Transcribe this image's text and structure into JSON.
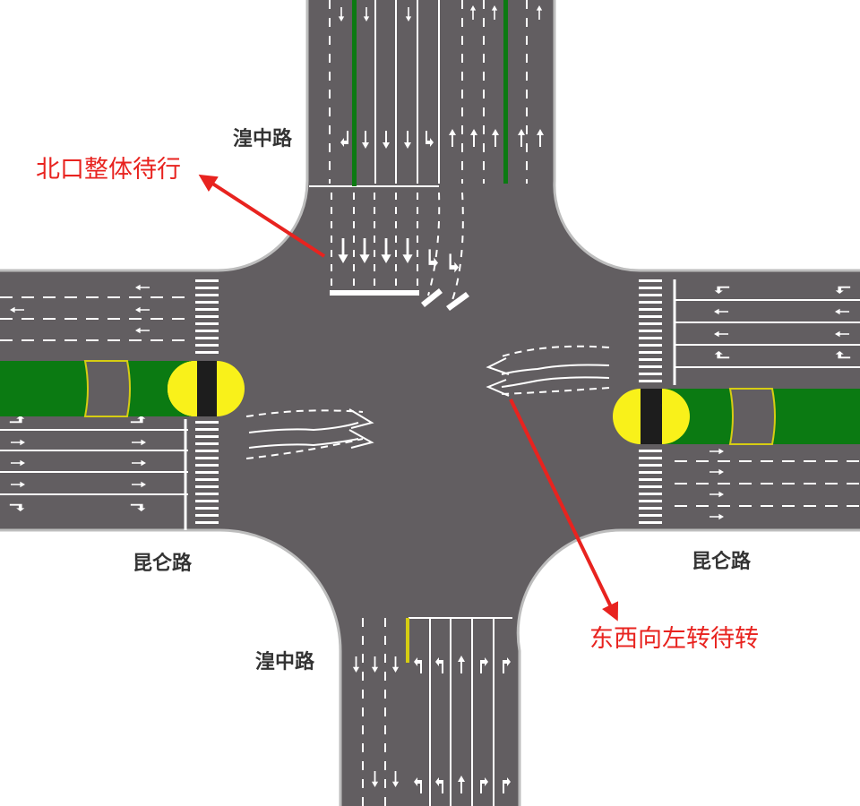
{
  "labels": {
    "north_road": "湟中路",
    "south_road": "湟中路",
    "west_road": "昆仑路",
    "east_road": "昆仑路"
  },
  "annotations": {
    "north_waiting": "北口整体待行",
    "left_turn_waiting": "东西向左转待转"
  },
  "colors": {
    "road": "#625e61",
    "marking": "#ffffff",
    "median_green": "#0b7a12",
    "median_yellow": "#f9f11a",
    "median_black": "#1d1d1d",
    "annotation_red": "#e8231f",
    "road_label": "#333333"
  },
  "icons": {
    "lane_arrows": "straight-arrow / left-turn-arrow / right-turn-arrow / u-turn-arrow"
  }
}
